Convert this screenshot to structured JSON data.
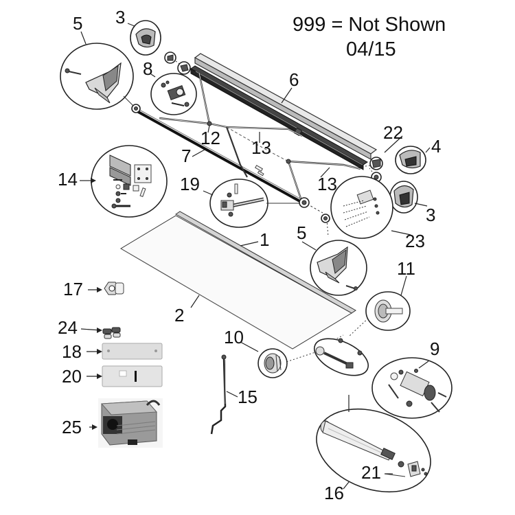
{
  "header": {
    "not_shown_note": "999 = Not Shown",
    "revision": "04/15"
  },
  "callouts": {
    "c1": "1",
    "c2": "2",
    "c3a": "3",
    "c3b": "3",
    "c4": "4",
    "c5a": "5",
    "c5b": "5",
    "c6": "6",
    "c7": "7",
    "c8": "8",
    "c9": "9",
    "c10": "10",
    "c11": "11",
    "c12": "12",
    "c13a": "13",
    "c13b": "13",
    "c14": "14",
    "c15": "15",
    "c16": "16",
    "c17": "17",
    "c18": "18",
    "c19": "19",
    "c20": "20",
    "c21": "21",
    "c22": "22",
    "c23": "23",
    "c24": "24",
    "c25": "25"
  }
}
